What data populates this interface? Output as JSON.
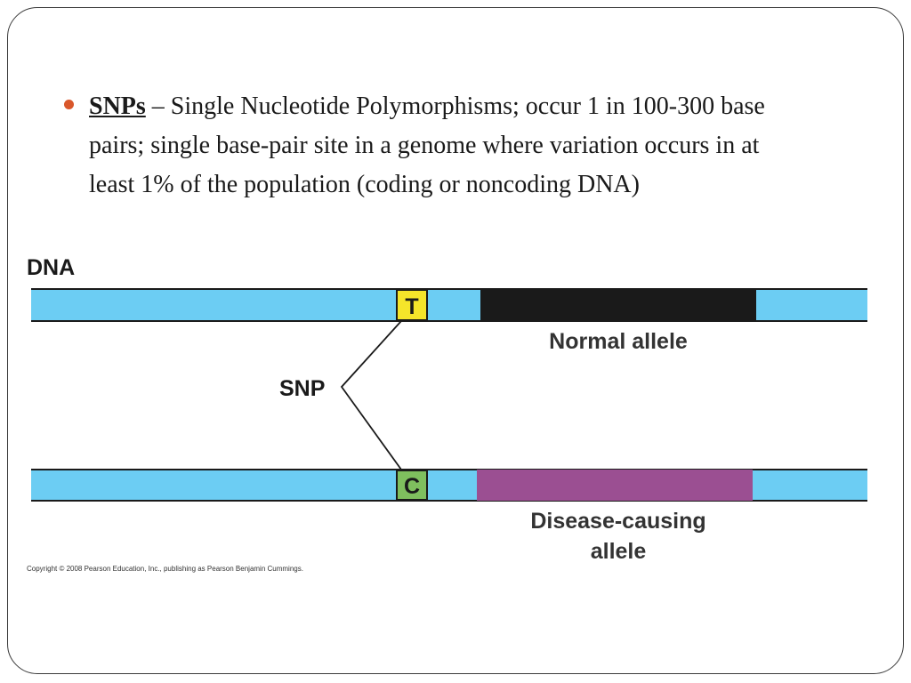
{
  "bullet": {
    "term": "SNPs",
    "text": " – Single Nucleotide Polymorphisms; occur 1 in 100-300 base pairs; single base-pair site  in a genome where variation occurs in at least 1% of the population (coding or noncoding DNA)"
  },
  "diagram": {
    "dna_label": "DNA",
    "normal_base": "T",
    "disease_base": "C",
    "snp_label": "SNP",
    "normal_allele_label": "Normal allele",
    "disease_allele_line1": "Disease-causing",
    "disease_allele_line2": "allele",
    "copyright": "Copyright © 2008 Pearson Education, Inc., publishing as Pearson Benjamin Cummings."
  },
  "colors": {
    "dna_strand": "#6ccdf3",
    "normal_segment": "#1a1a1a",
    "disease_segment": "#9b4f92",
    "base_t": "#f5e52a",
    "base_c": "#7fbf5e",
    "bullet": "#d9572b"
  }
}
